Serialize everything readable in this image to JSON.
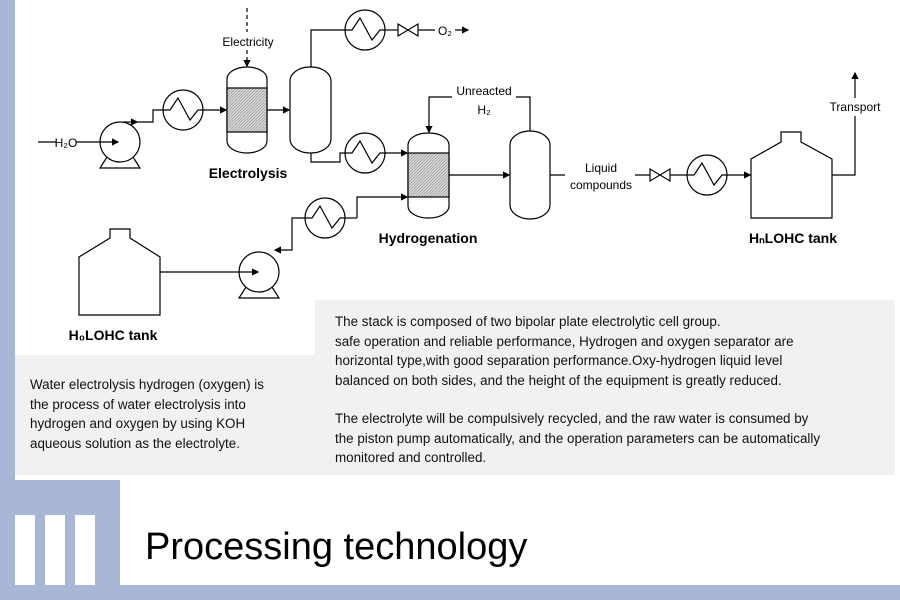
{
  "diagram": {
    "labels": {
      "h2o": "H₂O",
      "electricity": "Electricity",
      "o2": "O₂",
      "electrolysis": "Electrolysis",
      "unreacted": "Unreacted",
      "h2": "H₂",
      "hydrogenation": "Hydrogenation",
      "liquid": "Liquid",
      "compounds": "compounds",
      "transport": "Transport",
      "hn_tank": "HₙLOHC tank",
      "h0_tank": "H₀LOHC tank"
    }
  },
  "left_box": {
    "lines": [
      "Water electrolysis hydrogen (oxygen) is",
      "the process of water electrolysis into",
      "hydrogen and oxygen by using KOH",
      "aqueous solution as the electrolyte."
    ]
  },
  "right_box": {
    "para1": [
      "The stack is composed of two bipolar plate electrolytic cell group.",
      "safe operation and reliable performance, Hydrogen and oxygen separator are",
      "horizontal type,with good separation performance.Oxy-hydrogen liquid level",
      "balanced on both sides, and the height of the equipment is greatly reduced."
    ],
    "para2": [
      "The electrolyte will be compulsively recycled, and the raw water is consumed by",
      "the piston pump automatically, and the operation parameters can be automatically",
      "monitored and controlled."
    ]
  },
  "section": {
    "number_icon": "three-bars-icon",
    "title": "Processing technology"
  },
  "colors": {
    "accent": "#a9b6d6",
    "box_bg": "#f1f1f1"
  }
}
